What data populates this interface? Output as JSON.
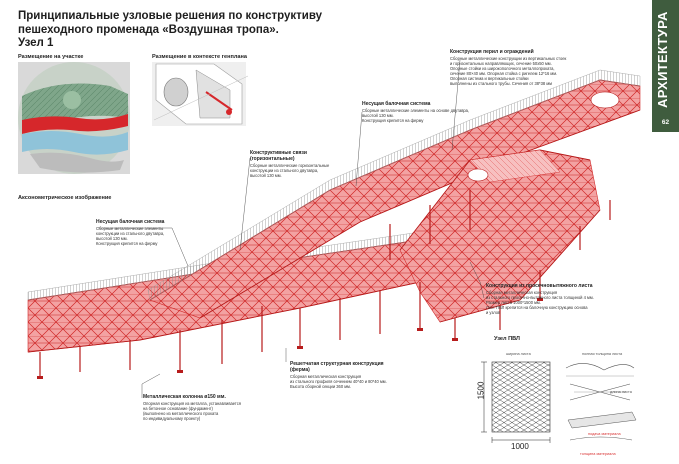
{
  "title_lines": [
    "Принципиальные узловые решения по конструктиву",
    "пешеходного променада «Воздушная тропа».",
    "Узел 1"
  ],
  "side_tab": {
    "label": "АРХИТЕКТУРА",
    "page": "62"
  },
  "labels": {
    "site": "Размещение на участке",
    "plan": "Размещение в контексте генплана",
    "axon": "Аксонометрическое изображение",
    "pvl_node": "Узел ПВЛ"
  },
  "notes": {
    "railing": {
      "heading": "Конструкция перил и ограждений",
      "lines": [
        "Сборные металлические конструкции из вертикальных стоек",
        "и горизонтальных направляющих, сечение 50х50 мм.",
        "Опорные стойки из широкополочного металлопроката,",
        "сечение 80×40 мм. Опорная стойка с ригелем 12*16 мм.",
        "Опорная система и вертикальные стойки",
        "выполнены из стального трубы. Сечения от 38*38 мм"
      ]
    },
    "beam_top": {
      "heading": "Несущая балочная система",
      "lines": [
        "Сборные металлические элементы на основе двутавра,",
        "высотой 130 мм.",
        "Конструкция крепится на ферму"
      ]
    },
    "walkway": {
      "heading": "Конструктивные связи",
      "subheading": "(горизонтальные)",
      "lines": [
        "Сборные металлические горизонтальные",
        "конструкции из стального двутавра,",
        "высотой 130 мм."
      ]
    },
    "beam_left": {
      "heading": "Несущая балочная система",
      "lines": [
        "Сборные металлические элементы",
        "конструкции из стального двутавра,",
        "высотой 130 мм.",
        "Конструкция крепится на ферму"
      ]
    },
    "mesh": {
      "heading": "Конструкция из просечновытяжного листа",
      "lines": [
        "Сборная металлическая конструкция",
        "из стального просечно-вытяжного листа толщиной 4 мм.",
        "Размер листа 1000*1500 мм.",
        "Лист ПВЛ крепится на балочную конструкцию основа",
        "и узлов"
      ]
    },
    "truss": {
      "heading": "Решетчатая структурная конструкция",
      "subheading": "(ферма)",
      "lines": [
        "Сборная металлическая конструкция",
        "из стального профиля сечением 40*40 и 80*40 мм.",
        "Высота сборной секции 360 мм."
      ]
    },
    "column": {
      "heading": "Металлическая колонна ø150 мм.",
      "lines": [
        "Опорная конструкция из металла, устанавливается",
        "на бетонное основание (фундамент)",
        "(выполнено из металлического проката",
        "по индивидуальному проекту)"
      ]
    }
  },
  "pvl": {
    "dim_height": "1500",
    "dim_width": "1000",
    "label_sheet_width": "ширина листа",
    "label_full_width": "полная толщина листа",
    "label_strand_width": "длина листа",
    "label_feed": "подача материала",
    "label_strand": "толщина материала"
  },
  "colors": {
    "accent_red": "#e8383b",
    "tab_green": "#3f5c3e"
  }
}
